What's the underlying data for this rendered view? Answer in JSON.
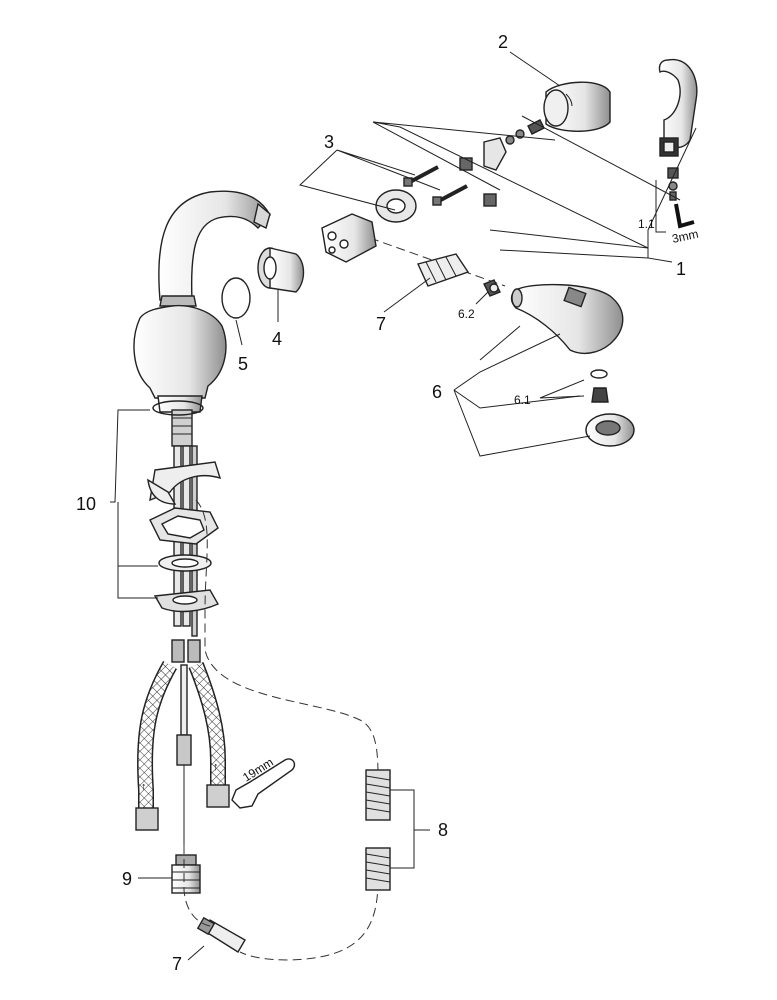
{
  "labels": {
    "l1": "1",
    "l1_1": "1.1",
    "l2": "2",
    "l3": "3",
    "l3mm": "3mm",
    "l4": "4",
    "l5": "5",
    "l6": "6",
    "l6_1": "6.1",
    "l6_2": "6.2",
    "l7a": "7",
    "l7b": "7",
    "l8": "8",
    "l9": "9",
    "l10": "10",
    "l19mm": "19mm"
  },
  "colors": {
    "line": "#222222",
    "part_fill": "#f4f4f4",
    "shade": "#9a9a9a",
    "dark": "#555555"
  }
}
